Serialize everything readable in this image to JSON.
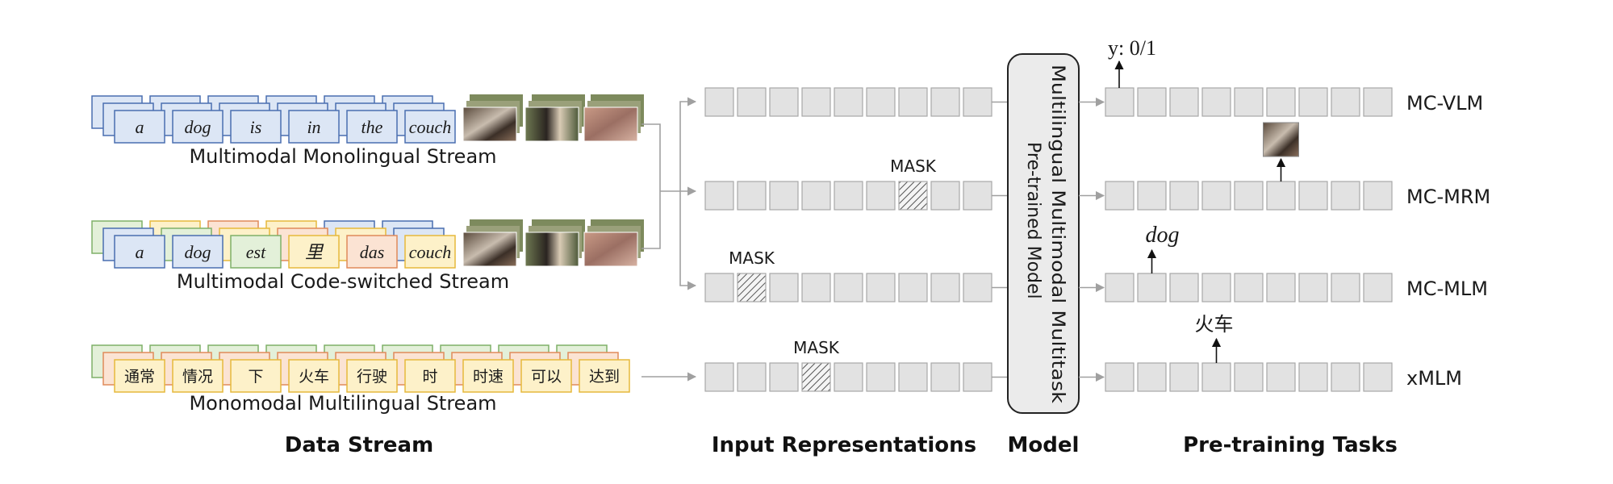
{
  "streams": {
    "monolingual": {
      "tokens": [
        "a",
        "dog",
        "is",
        "in",
        "the",
        "couch"
      ],
      "label": "Multimodal Monolingual Stream"
    },
    "code_switched": {
      "tokens": [
        "a",
        "dog",
        "est",
        "里",
        "das",
        "couch"
      ],
      "label": "Multimodal Code-switched Stream"
    },
    "monomodal": {
      "tokens": [
        "通常",
        "情况",
        "下",
        "火车",
        "行驶",
        "时",
        "时速",
        "可以",
        "达到"
      ],
      "label": "Monomodal Multilingual Stream"
    }
  },
  "mask_label": "MASK",
  "model_label_line1": "Multilingual Multimodal Multitask",
  "model_label_line2": "Pre-trained Model",
  "tasks": [
    "MC-VLM",
    "MC-MRM",
    "MC-MLM",
    "xMLM"
  ],
  "outputs": {
    "vlm": "y: 0/1",
    "mlm": "dog",
    "xmlm": "火车"
  },
  "section_titles": {
    "data_stream": "Data Stream",
    "input_representations": "Input Representations",
    "model": "Model",
    "pretraining_tasks": "Pre-training Tasks"
  },
  "colors": {
    "blue_fill": "#dce6f5",
    "blue_stroke": "#4a6fb0",
    "green_fill": "#e3f0d9",
    "green_stroke": "#7fb068",
    "orange_fill": "#fbe3d3",
    "orange_stroke": "#e08a5a",
    "yellow_fill": "#fdf1c9",
    "yellow_stroke": "#e6b93c",
    "cell_fill": "#e2e2e2",
    "cell_stroke": "#a8a8a8"
  }
}
